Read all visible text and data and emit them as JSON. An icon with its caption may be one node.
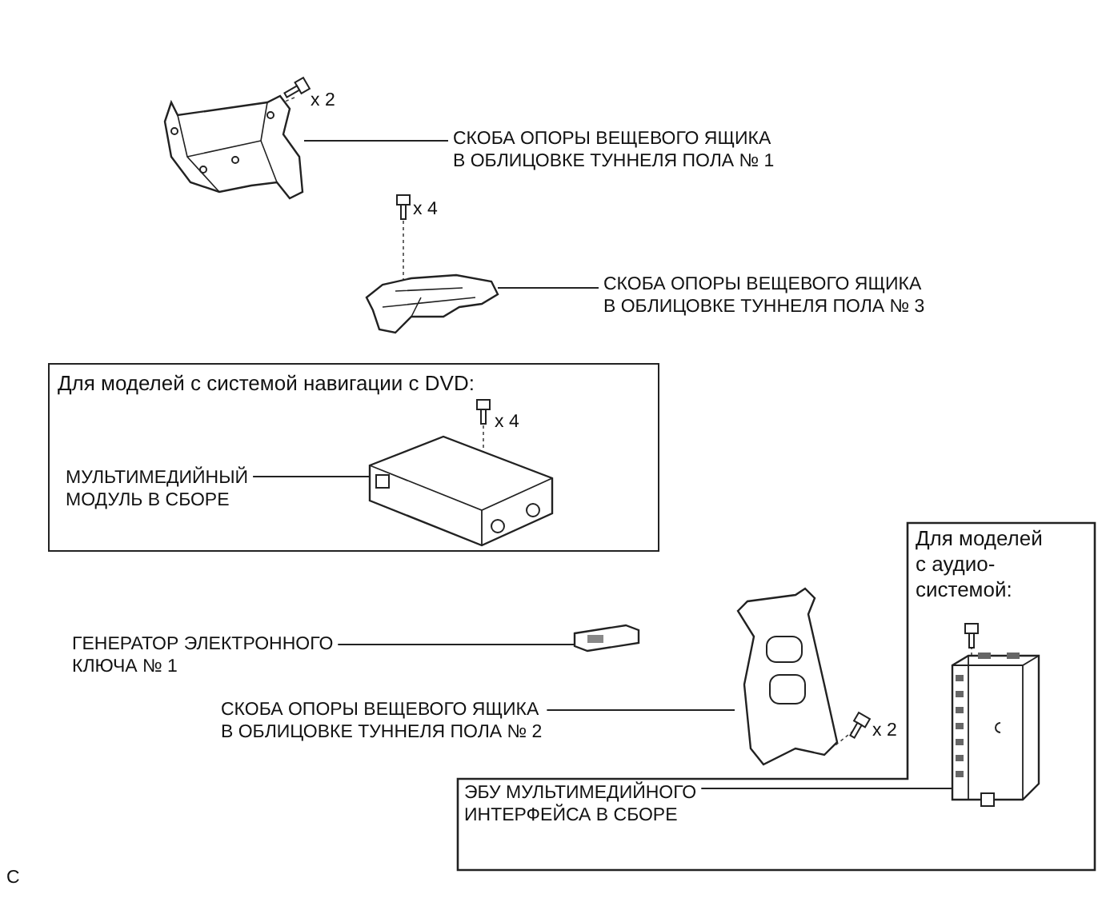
{
  "diagram": {
    "nodes": [
      {
        "text": [
          "СКОБА ОПОРЫ ВЕЩЕВОГО ЯЩИКА В ОБЛИЦОВКЕ ТУННЕЛЯ ПОЛА № 1"
        ]
      },
      {
        "text": [],
        "shape": "picture"
      },
      {
        "text": [
          "СКОБА ОПОРЫ ВЕЩЕВОГО ЯЩИКА В ОБЛИЦОВКЕ ТУННЕЛЯ ПОЛА № 3"
        ]
      },
      {
        "text": [],
        "shape": "picture"
      },
      {
        "text": [
          "Для моделей с системой навигации с DVD:"
        ]
      },
      {
        "text": [
          "МУЛЬТИМЕДИЙНЫЙ МОДУЛЬ В СБОРЕ"
        ],
        "in": 4
      },
      {
        "text": [],
        "shape": "picture",
        "in": 4
      },
      {
        "text": [
          "ГЕНЕРАТОР ЭЛЕКТРОННОГО КЛЮЧА № 1"
        ]
      },
      {
        "text": [],
        "shape": "picture"
      },
      {
        "text": [
          "СКОБА ОПОРЫ ВЕЩЕВОГО ЯЩИКА В ОБЛИЦОВКЕ ТУННЕЛЯ ПОЛА № 2"
        ]
      },
      {
        "text": [],
        "shape": "picture"
      },
      {
        "text": [
          "Для моделей с аудио-системой:"
        ]
      },
      {
        "text": [
          "ЭБУ МУЛЬТИМЕДИЙНОГО ИНТЕРФЕЙСА В СБОРЕ"
        ],
        "in": 11
      },
      {
        "text": [],
        "shape": "picture",
        "in": 11
      }
    ],
    "edges": [
      {
        "from": 0,
        "to": 1,
        "arrow": "none"
      },
      {
        "from": 2,
        "to": 3,
        "arrow": "none"
      },
      {
        "from": 5,
        "to": 6,
        "arrow": "none"
      },
      {
        "from": 7,
        "to": 8,
        "arrow": "none"
      },
      {
        "from": 9,
        "to": 10,
        "arrow": "none"
      },
      {
        "from": 12,
        "to": 13,
        "arrow": "none"
      }
    ],
    "labels": [
      "x 2",
      "x 4",
      "x 4",
      "x 2",
      "C"
    ]
  }
}
